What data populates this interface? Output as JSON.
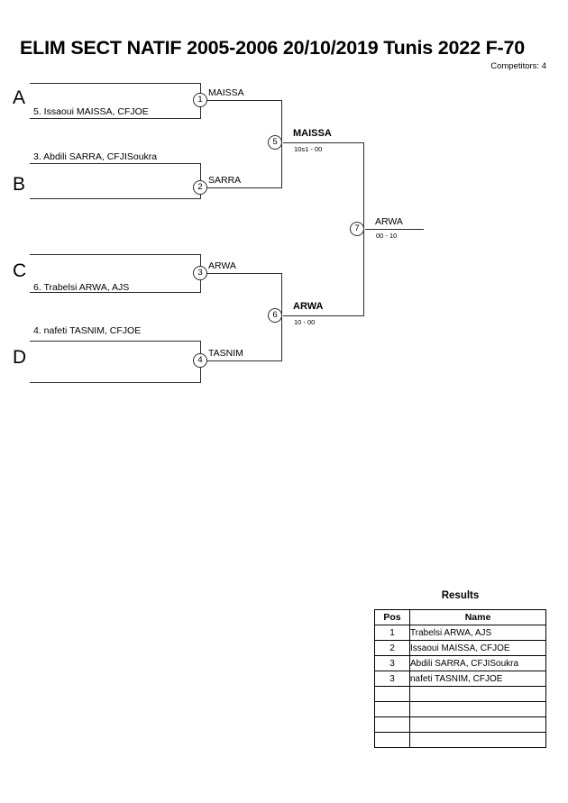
{
  "header": {
    "title": "ELIM SECT NATIF 2005-2006  20/10/2019  Tunis   2022 F-70",
    "competitors_label": "Competitors: 4"
  },
  "bracket": {
    "groups": [
      {
        "label": "A"
      },
      {
        "label": "B"
      },
      {
        "label": "C"
      },
      {
        "label": "D"
      }
    ],
    "entrants": [
      {
        "text": "5. Issaoui MAISSA, CFJOE"
      },
      {
        "text": "3. Abdili SARRA, CFJISoukra"
      },
      {
        "text": "6. Trabelsi ARWA, AJS"
      },
      {
        "text": "4. nafeti TASNIM, CFJOE"
      }
    ],
    "matches": [
      {
        "number": "1",
        "winner": "MAISSA",
        "score": ""
      },
      {
        "number": "2",
        "winner": "SARRA",
        "score": ""
      },
      {
        "number": "3",
        "winner": "ARWA",
        "score": ""
      },
      {
        "number": "4",
        "winner": "TASNIM",
        "score": ""
      },
      {
        "number": "5",
        "winner": "MAISSA",
        "score": "10s1 - 00"
      },
      {
        "number": "6",
        "winner": "ARWA",
        "score": "10 - 00"
      },
      {
        "number": "7",
        "winner": "ARWA",
        "score": "00 - 10"
      }
    ]
  },
  "results": {
    "title": "Results",
    "columns": {
      "pos": "Pos",
      "name": "Name"
    },
    "rows": [
      {
        "pos": "1",
        "name": "Trabelsi ARWA, AJS"
      },
      {
        "pos": "2",
        "name": "Issaoui MAISSA, CFJOE"
      },
      {
        "pos": "3",
        "name": "Abdili SARRA, CFJISoukra"
      },
      {
        "pos": "3",
        "name": "nafeti TASNIM, CFJOE"
      },
      {
        "pos": "",
        "name": ""
      },
      {
        "pos": "",
        "name": ""
      },
      {
        "pos": "",
        "name": ""
      },
      {
        "pos": "",
        "name": ""
      }
    ]
  }
}
